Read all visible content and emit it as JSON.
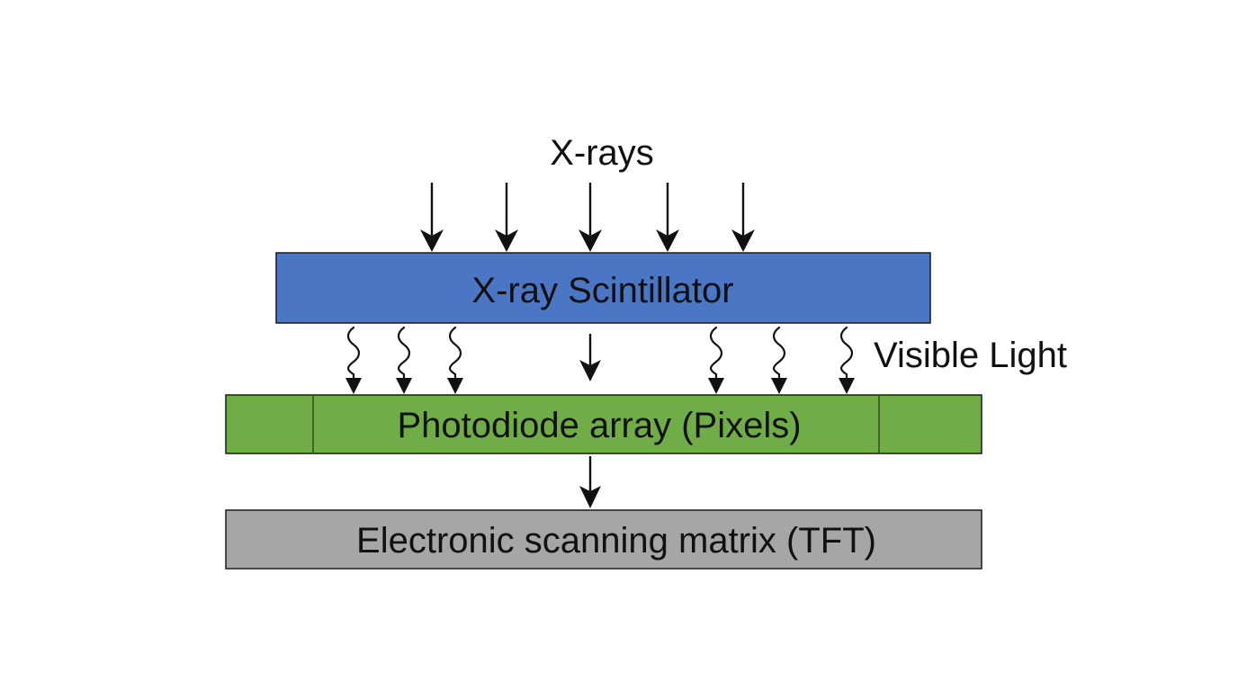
{
  "diagram": {
    "xrays_label": "X-rays",
    "visible_light_label": "Visible Light",
    "layers": {
      "scintillator": {
        "label": "X-ray Scintillator",
        "color": "#4a76c4"
      },
      "photodiode": {
        "label": "Photodiode array (Pixels)",
        "color": "#70ad47"
      },
      "tft": {
        "label": "Electronic scanning matrix (TFT)",
        "color": "#a6a6a6"
      }
    },
    "icons": {
      "xray_arrow": "arrow-down-icon",
      "light_wave": "wavy-arrow-icon"
    }
  }
}
